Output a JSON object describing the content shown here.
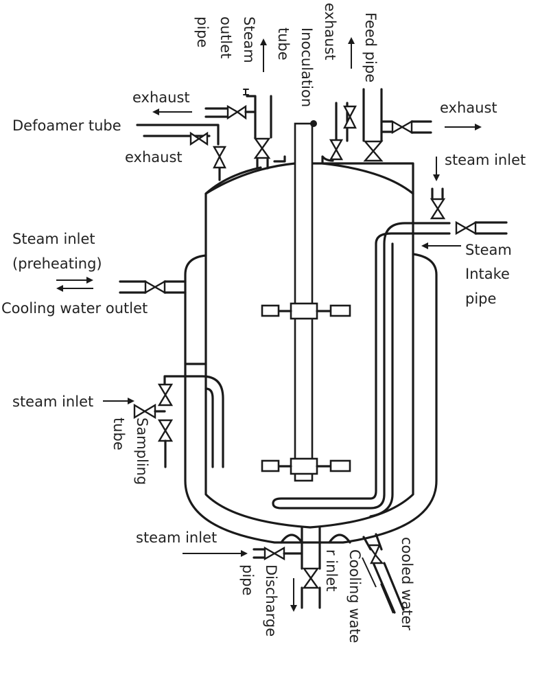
{
  "labels": {
    "exhaust_left_top": "exhaust",
    "defoamer_tube": "Defoamer tube",
    "exhaust_left_mid": "exhaust",
    "steam_outlet_pipe": [
      "Steam",
      "outlet",
      "pipe"
    ],
    "inoculation_tube": [
      "Inoculation",
      "tube"
    ],
    "exhaust_top": "exhaust",
    "feed_pipe": "Feed pipe",
    "exhaust_right": "exhaust",
    "steam_inlet_right": "steam inlet",
    "steam_intake_pipe": [
      "Steam",
      "Intake",
      "pipe"
    ],
    "steam_inlet_preheating": [
      "Steam inlet",
      "(preheating)"
    ],
    "cooling_water_outlet": "Cooling water outlet",
    "steam_inlet_left": "steam inlet",
    "sampling_tube": [
      "Sampling",
      "tube"
    ],
    "steam_inlet_bottom": "steam inlet",
    "discharge_pipe": [
      "Discharge",
      "pipe"
    ],
    "cooling_water_inlet": [
      "Cooling wate",
      "r inlet"
    ],
    "cooled_water": "cooled water"
  },
  "colors": {
    "line": "#1a1a1a",
    "text": "#222222",
    "background": "#ffffff"
  }
}
